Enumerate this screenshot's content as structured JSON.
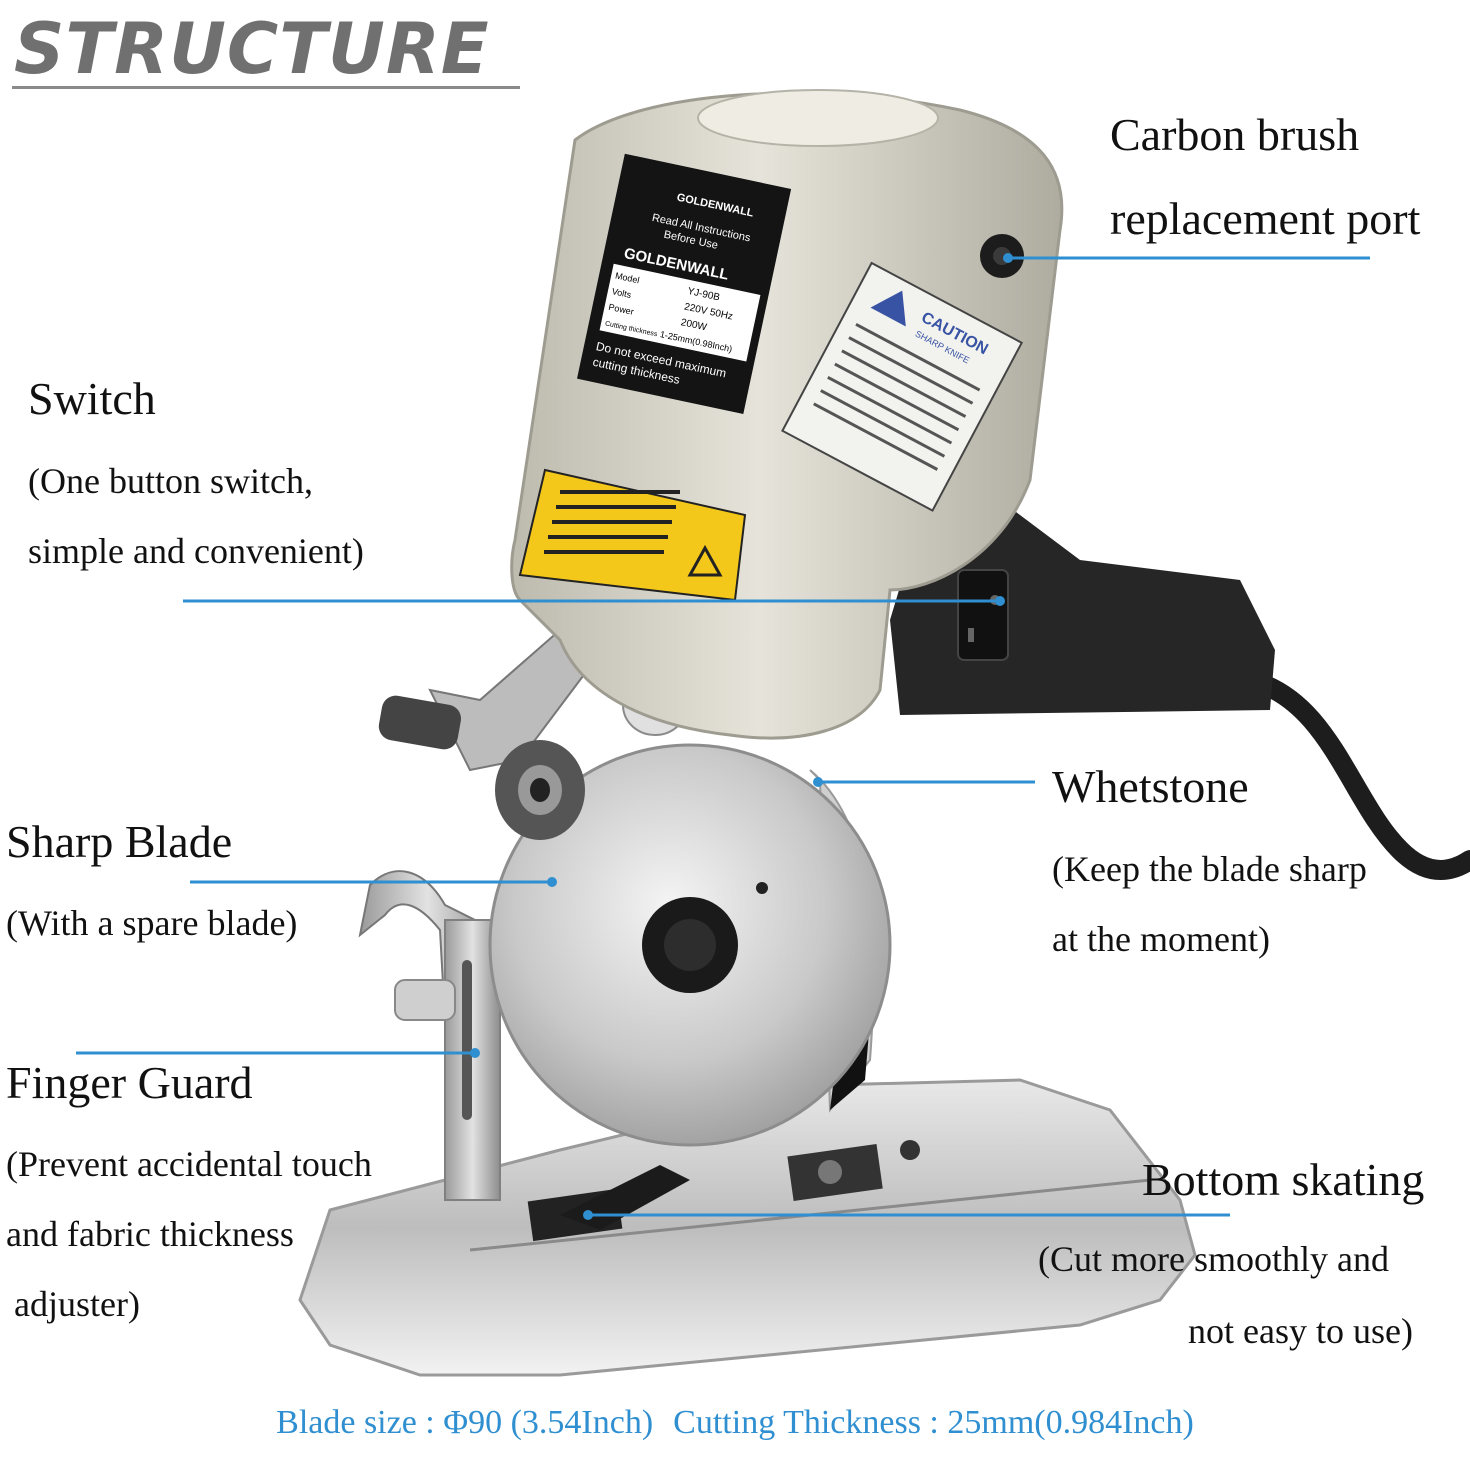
{
  "title": "STRUCTURE",
  "colors": {
    "callout_line": "#2f8fd0",
    "footer_text": "#2f8fd0",
    "title_text": "#707070",
    "body_metal": "#d7d5c9",
    "handle": "#2a2a2a"
  },
  "callouts": {
    "carbon_brush": {
      "label_line1": "Carbon brush",
      "label_line2": "replacement port"
    },
    "switch": {
      "label": "Switch",
      "desc_line1": "(One button switch,",
      "desc_line2": "simple and convenient)"
    },
    "whetstone": {
      "label": "Whetstone",
      "desc_line1": "(Keep the blade sharp",
      "desc_line2": "at the moment)"
    },
    "sharp_blade": {
      "label": "Sharp Blade",
      "desc_line1": "(With a spare blade)"
    },
    "finger_guard": {
      "label": "Finger Guard",
      "desc_line1": "(Prevent accidental touch",
      "desc_line2": "and fabric thickness",
      "desc_line3": "adjuster)"
    },
    "bottom_skating": {
      "label": "Bottom skating",
      "desc_line1": "(Cut more smoothly and",
      "desc_line2": "not easy to use)"
    }
  },
  "product_label": {
    "brand": "GOLDENWALL",
    "read_line1": "Read All Instructions",
    "read_line2": "Before Use",
    "rows": [
      {
        "key": "Model",
        "value": "YJ-90B"
      },
      {
        "key": "Volts",
        "value": "220V 50Hz"
      },
      {
        "key": "Power",
        "value": "200W"
      },
      {
        "key": "Cutting thickness",
        "value": "1-25mm(0.98Inch)"
      }
    ],
    "warning_line1": "Do not exceed maximum",
    "warning_line2": "cutting thickness",
    "caution_title": "CAUTION",
    "caution_sub": "SHARP KNIFE"
  },
  "footer": {
    "blade_size": "Blade size : Φ90 (3.54Inch)",
    "cutting_thickness": "Cutting Thickness : 25mm(0.984Inch)"
  }
}
